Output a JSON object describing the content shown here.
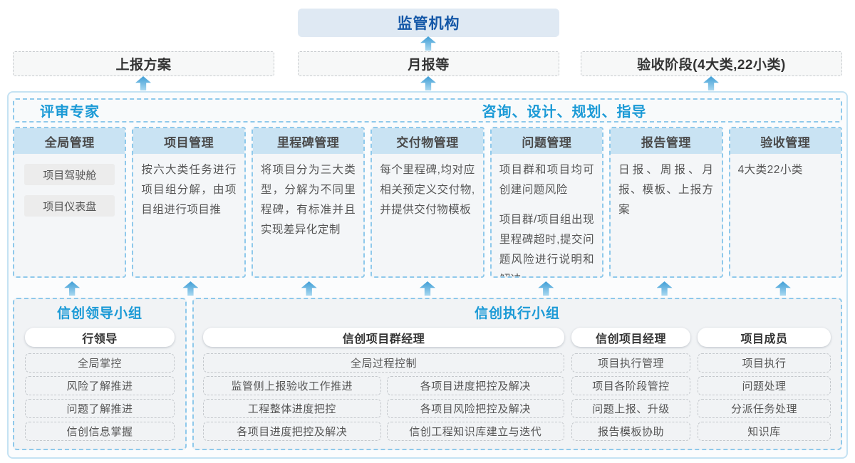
{
  "top": {
    "regulator": "监管机构",
    "channels": [
      {
        "label": "上报方案"
      },
      {
        "label": "月报等"
      },
      {
        "label": "验收阶段(4大类,22小类)"
      }
    ]
  },
  "platform": {
    "left_title": "评审专家",
    "right_title": "咨询、设计、规划、指导",
    "modules": [
      {
        "title": "全局管理",
        "pills": [
          "项目驾驶舱",
          "项目仪表盘"
        ]
      },
      {
        "title": "项目管理",
        "text": "按六大类任务进行项目组分解，由项目组进行项目推"
      },
      {
        "title": "里程碑管理",
        "text": "将项目分为三大类型，分解为不同里程碑，有标准并且实现差异化定制"
      },
      {
        "title": "交付物管理",
        "text": "每个里程碑,均对应相关预定义交付物,并提供交付物模板"
      },
      {
        "title": "问题管理",
        "texts": [
          "项目群和项目均可创建问题风险",
          "项目群/项目组出现里程碑超时,提交问题风险进行说明和解决"
        ]
      },
      {
        "title": "报告管理",
        "text": "日报、周报、月报、模板、上报方案"
      },
      {
        "title": "验收管理",
        "text": "4大类22小类"
      }
    ]
  },
  "teams": {
    "leader_group": {
      "title": "信创领导小组",
      "role": "行领导",
      "items": [
        "全局掌控",
        "风险了解推进",
        "问题了解推进",
        "信创信息掌握"
      ]
    },
    "exec_group": {
      "title": "信创执行小组",
      "program_manager": {
        "name": "信创项目群经理",
        "full_item": "全局过程控制",
        "left_items": [
          "监管侧上报验收工作推进",
          "工程整体进度把控",
          "各项目进度把控及解决"
        ],
        "right_items": [
          "各项目进度把控及解决",
          "各项目风险把控及解决",
          "信创工程知识库建立与迭代"
        ]
      },
      "project_manager": {
        "name": "信创项目经理",
        "items": [
          "项目执行管理",
          "项目各阶段管控",
          "问题上报、升级",
          "报告模板协助"
        ]
      },
      "members": {
        "name": "项目成员",
        "items": [
          "项目执行",
          "问题处理",
          "分派任务处理",
          "知识库"
        ]
      }
    }
  },
  "colors": {
    "accent_blue": "#1b9ad6",
    "dark_blue": "#1457a7",
    "arrow_blue": "#55abde",
    "module_header_fill": "#c9e3f3",
    "regulator_fill": "#dfe9f3",
    "panel_border": "#8fc9eb"
  }
}
